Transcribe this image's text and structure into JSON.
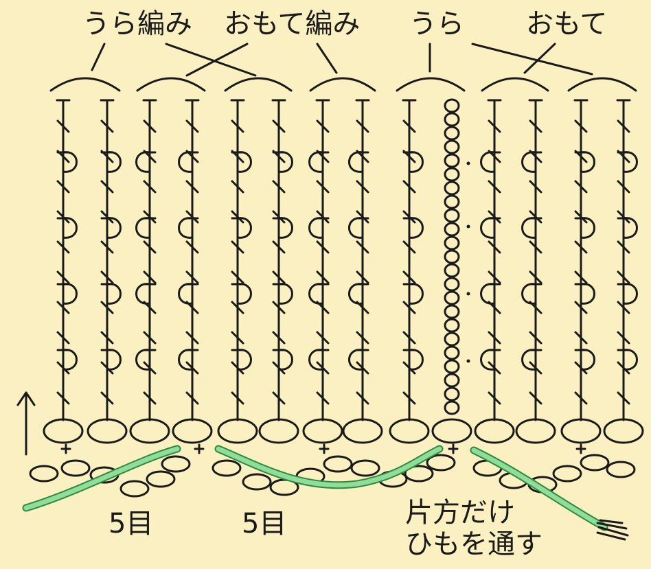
{
  "labels": {
    "purl_stitch": "うら編み",
    "knit_stitch": "おもて編み",
    "purl": "うら",
    "knit": "おもて",
    "five_a": "5目",
    "five_b": "5目",
    "note_line1": "片方だけ",
    "note_line2": "ひもを通す"
  },
  "colors": {
    "background": "#fbf0c2",
    "ink": "#1a1a1a",
    "string": "#8fdc9b",
    "string_edge": "#2e8b3e"
  },
  "icons": {
    "direction": "up-arrow-icon"
  }
}
